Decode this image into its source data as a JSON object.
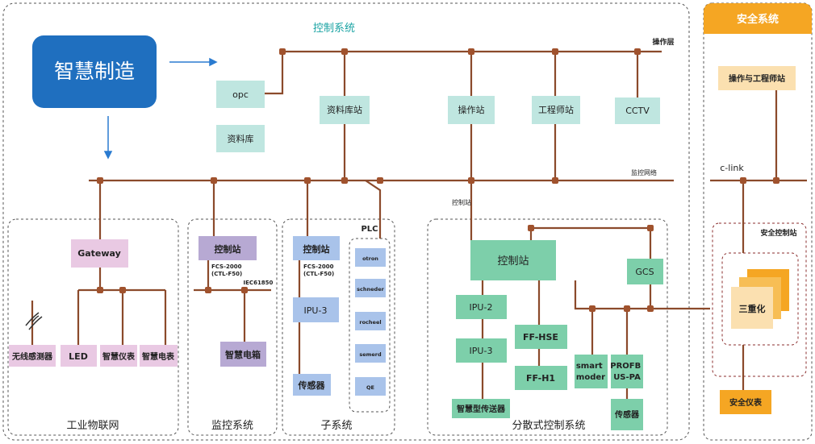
{
  "main_title": "智慧制造",
  "sections": {
    "control_system": "控制系统",
    "safety_system": "安全系统",
    "iot": "工业物联网",
    "monitoring": "监控系统",
    "subsystem": "子系统",
    "dcs": "分散式控制系统",
    "plc": "PLC",
    "safety_control_station": "安全控制站"
  },
  "bus_labels": {
    "operation_layer": "操作层",
    "monitor_network": "监控网络",
    "control_station": "控制站",
    "clink": "c-link",
    "iec": "IEC61850"
  },
  "nodes": {
    "opc": "opc",
    "database": "资料库",
    "database_station": "资料库站",
    "operator_station": "操作站",
    "engineer_station": "工程师站",
    "cctv": "CCTV",
    "gateway": "Gateway",
    "wireless_sensor": "无线感测器",
    "led": "LED",
    "smart_meter": "智慧仪表",
    "smart_electric_meter": "智慧电表",
    "mon_control_station": "控制站",
    "mon_fcs": "FCS-2000\n(CTL-F50)",
    "smart_electric_box": "智慧电箱",
    "sub_control_station": "控制站",
    "sub_fcs": "FCS-2000\n(CTL-F50)",
    "ipu3_sub": "IPU-3",
    "sensor_sub": "传感器",
    "plc_items": [
      "otron",
      "schneder",
      "rocheel",
      "semerd",
      "QE"
    ],
    "dcs_control_station": "控制站",
    "gcs": "GCS",
    "ipu2": "IPU-2",
    "ipu3_dcs": "IPU-3",
    "smart_transmitter": "智慧型传送器",
    "ff_hse": "FF-HSE",
    "ff_h1": "FF-H1",
    "smart_moder": "smart\nmoder",
    "profibus": "PROFB\nUS-PA",
    "dcs_sensor": "传感器",
    "ops_eng_station": "操作与工程师站",
    "triple": "三重化",
    "safety_instrument": "安全仪表"
  },
  "colors": {
    "line": "#8b4a2b",
    "main_blue": "#1f6fbf",
    "teal_box": "#bfe6e0",
    "purple_box": "#b7a9d3",
    "pink_box": "#e9c9e3",
    "blue_box": "#a9c3ea",
    "green_box": "#7dcfaa",
    "orange_header": "#f5a623",
    "light_orange": "#fbe0b0",
    "title_teal": "#1aa3a3"
  }
}
